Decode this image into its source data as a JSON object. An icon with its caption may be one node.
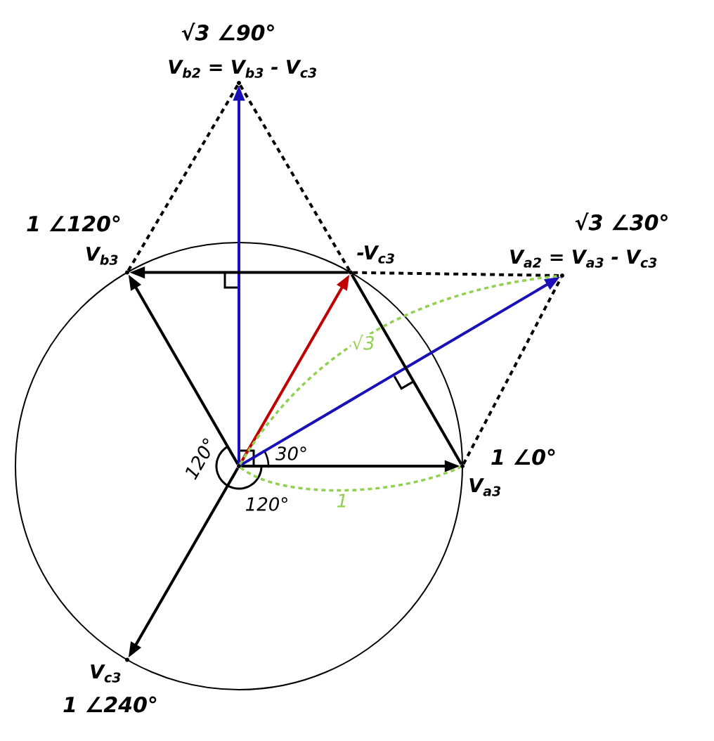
{
  "diagram": {
    "nodes": [
      {
        "text": [],
        "shape": "dot",
        "beside": [
          "√3 ∠90°",
          "V$_{b2}$ = V$_{b3}$ - V$_{c3}$"
        ]
      },
      {
        "text": [],
        "shape": "dot",
        "beside": [
          "1 ∠120°",
          "V$_{b3}$"
        ]
      },
      {
        "text": [],
        "shape": "dot",
        "beside": [
          "-V$_{c3}$"
        ]
      },
      {
        "text": [],
        "shape": "dot",
        "beside": [
          "√3 ∠30°",
          "V$_{a2}$ = V$_{a3}$ - V$_{c3}$"
        ]
      },
      {
        "text": [],
        "shape": "dot"
      },
      {
        "text": [],
        "shape": "dot",
        "beside": [
          "1 ∠0°",
          "V$_{a3}$"
        ]
      },
      {
        "text": [],
        "shape": "dot",
        "beside": [
          "V$_{c3}$",
          "1 ∠240°"
        ]
      }
    ],
    "edges": [
      {
        "from": 4,
        "to": 5,
        "arrow": "to"
      },
      {
        "from": 4,
        "to": 1,
        "arrow": "to"
      },
      {
        "from": 4,
        "to": 6,
        "arrow": "to"
      },
      {
        "from": 4,
        "to": 2,
        "arrow": "to",
        "color": "#c00000"
      },
      {
        "from": 4,
        "to": 3,
        "arrow": "to",
        "color": "#1a10b8"
      },
      {
        "from": 4,
        "to": 0,
        "arrow": "to",
        "color": "#1a10b8"
      },
      {
        "from": 2,
        "to": 1,
        "arrow": "to"
      },
      {
        "from": 2,
        "to": 5,
        "arrow": "none"
      },
      {
        "from": 1,
        "to": 0,
        "arrow": "none",
        "style": "dashed"
      },
      {
        "from": 2,
        "to": 0,
        "arrow": "none",
        "style": "dashed"
      },
      {
        "from": 2,
        "to": 3,
        "arrow": "none",
        "style": "dashed"
      },
      {
        "from": 5,
        "to": 3,
        "arrow": "none",
        "style": "dashed"
      },
      {
        "from": 4,
        "to": 3,
        "arrow": "none",
        "style": "dashed",
        "color": "#92d050",
        "label": "√3"
      },
      {
        "from": 4,
        "to": 5,
        "arrow": "none",
        "style": "dashed",
        "color": "#92d050",
        "label": "1"
      }
    ],
    "labels": [
      "120°",
      "30°",
      "120°"
    ]
  }
}
